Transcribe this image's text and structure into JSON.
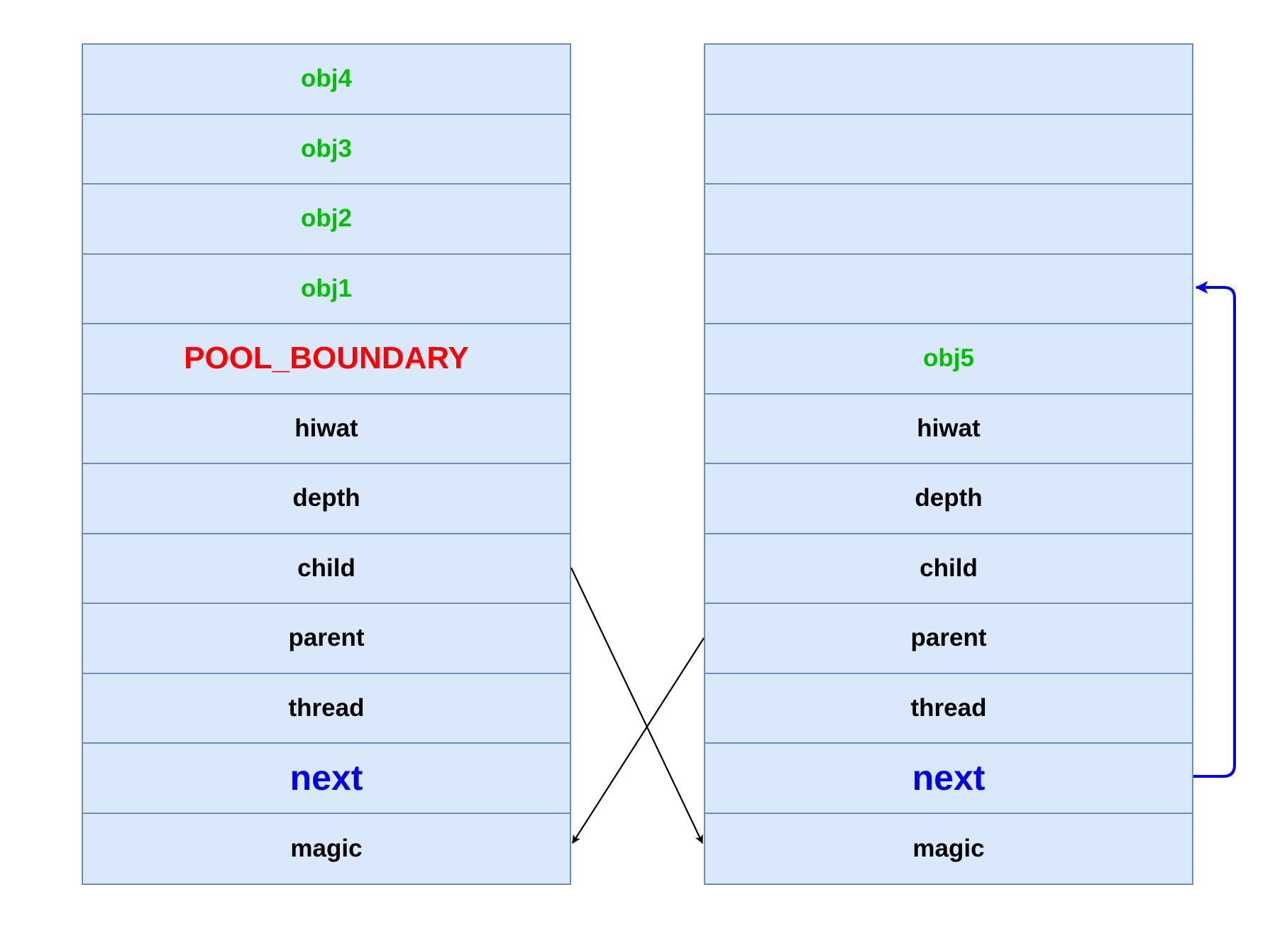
{
  "colors": {
    "cell_fill": "#dae8fc",
    "cell_stroke": "#6c8ebf",
    "object_text": "#00c000",
    "boundary_text": "#ff0000",
    "next_text": "#0000ee",
    "field_text": "#000000",
    "child_parent_arrow": "#000000",
    "next_arrow": "#0000ee"
  },
  "left_page": {
    "cells": [
      {
        "label": "obj4",
        "kind": "obj"
      },
      {
        "label": "obj3",
        "kind": "obj"
      },
      {
        "label": "obj2",
        "kind": "obj"
      },
      {
        "label": "obj1",
        "kind": "obj"
      },
      {
        "label": "POOL_BOUNDARY",
        "kind": "boundary"
      },
      {
        "label": "hiwat",
        "kind": "field"
      },
      {
        "label": "depth",
        "kind": "field"
      },
      {
        "label": "child",
        "kind": "field"
      },
      {
        "label": "parent",
        "kind": "field"
      },
      {
        "label": "thread",
        "kind": "field"
      },
      {
        "label": "next",
        "kind": "next"
      },
      {
        "label": "magic",
        "kind": "field"
      }
    ]
  },
  "right_page": {
    "cells": [
      {
        "label": "",
        "kind": "empty"
      },
      {
        "label": "",
        "kind": "empty"
      },
      {
        "label": "",
        "kind": "empty"
      },
      {
        "label": "",
        "kind": "empty"
      },
      {
        "label": "obj5",
        "kind": "obj"
      },
      {
        "label": "hiwat",
        "kind": "field"
      },
      {
        "label": "depth",
        "kind": "field"
      },
      {
        "label": "child",
        "kind": "field"
      },
      {
        "label": "parent",
        "kind": "field"
      },
      {
        "label": "thread",
        "kind": "field"
      },
      {
        "label": "next",
        "kind": "next"
      },
      {
        "label": "magic",
        "kind": "field"
      }
    ]
  },
  "connections": [
    {
      "from": "left_page.child",
      "to": "right_page.magic",
      "style": "black-arrow"
    },
    {
      "from": "right_page.parent",
      "to": "left_page.magic",
      "style": "black-arrow"
    },
    {
      "from": "right_page.next",
      "to": "right_page.empty-slot-4",
      "style": "blue-arrow"
    }
  ]
}
